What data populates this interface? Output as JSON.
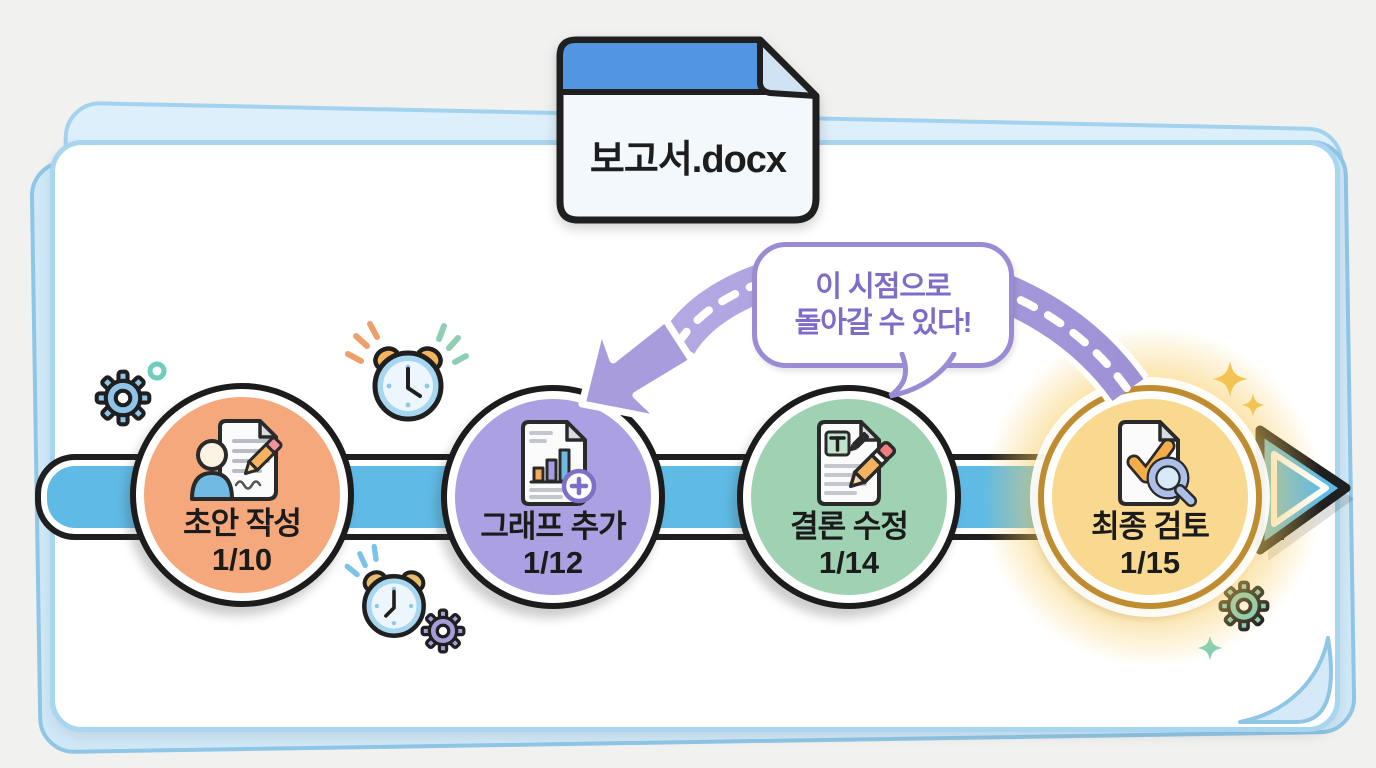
{
  "file_card": {
    "title": "보고서.docx"
  },
  "speech_bubble": {
    "line1": "이 시점으로",
    "line2": "돌아갈 수 있다!"
  },
  "timeline": {
    "direction": "left-to-right",
    "steps": [
      {
        "label": "초안 작성",
        "date": "1/10",
        "color": "#f4a87c",
        "icon": "person-document-pencil-icon"
      },
      {
        "label": "그래프 추가",
        "date": "1/12",
        "color": "#aba0e2",
        "icon": "chart-document-plus-icon"
      },
      {
        "label": "결론 수정",
        "date": "1/14",
        "color": "#9fd2b3",
        "icon": "text-document-pencil-icon"
      },
      {
        "label": "최종 검토",
        "date": "1/15",
        "color": "#f8d98f",
        "icon": "check-document-magnifier-icon",
        "highlighted": true
      }
    ]
  },
  "revert_arrow": {
    "from_step": "최종 검토 1/15",
    "to_step": "그래프 추가 1/12"
  },
  "decorations": [
    "gear-icon",
    "alarm-clock-icon",
    "sparkle-icon",
    "circle-dot-icon"
  ],
  "colors": {
    "band": "#5fbbe6",
    "arc": "#a89cdc",
    "bubble_border": "#9b8bd4",
    "bubble_text": "#7e6cc8",
    "glow": "#f8cb5c",
    "card_border": "#a8d5ef",
    "doc_header": "#5295e2"
  }
}
